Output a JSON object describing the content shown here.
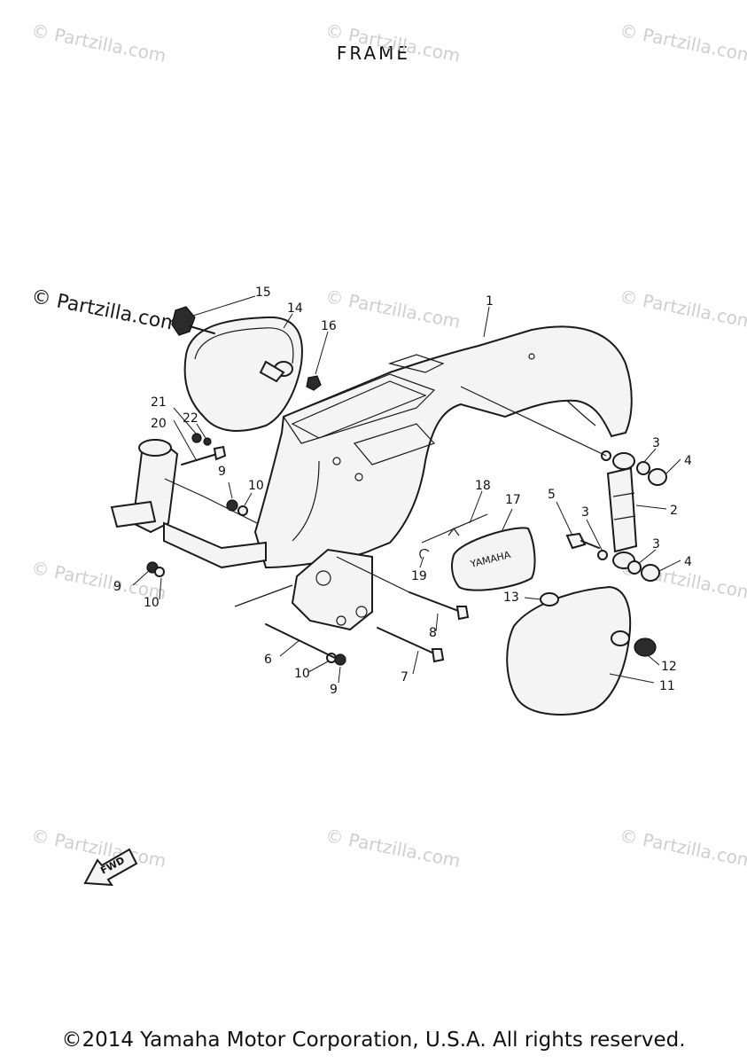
{
  "title": "FRAME",
  "footer": "©2014 Yamaha Motor Corporation, U.S.A. All rights reserved.",
  "watermark": {
    "text": "© Partzilla.com",
    "dark_text": "© Partzilla.com"
  },
  "fwd_label": "FWD",
  "tool_bag_text": "YAMAHA",
  "callouts": {
    "c1": "1",
    "c2": "2",
    "c3a": "3",
    "c3b": "3",
    "c3c": "3",
    "c4a": "4",
    "c4b": "4",
    "c5": "5",
    "c6": "6",
    "c7": "7",
    "c8": "8",
    "c9a": "9",
    "c9b": "9",
    "c9c": "9",
    "c10a": "10",
    "c10b": "10",
    "c10c": "10",
    "c11": "11",
    "c12": "12",
    "c13": "13",
    "c14": "14",
    "c15": "15",
    "c16": "16",
    "c17": "17",
    "c18": "18",
    "c19": "19",
    "c20": "20",
    "c21": "21",
    "c22": "22"
  }
}
